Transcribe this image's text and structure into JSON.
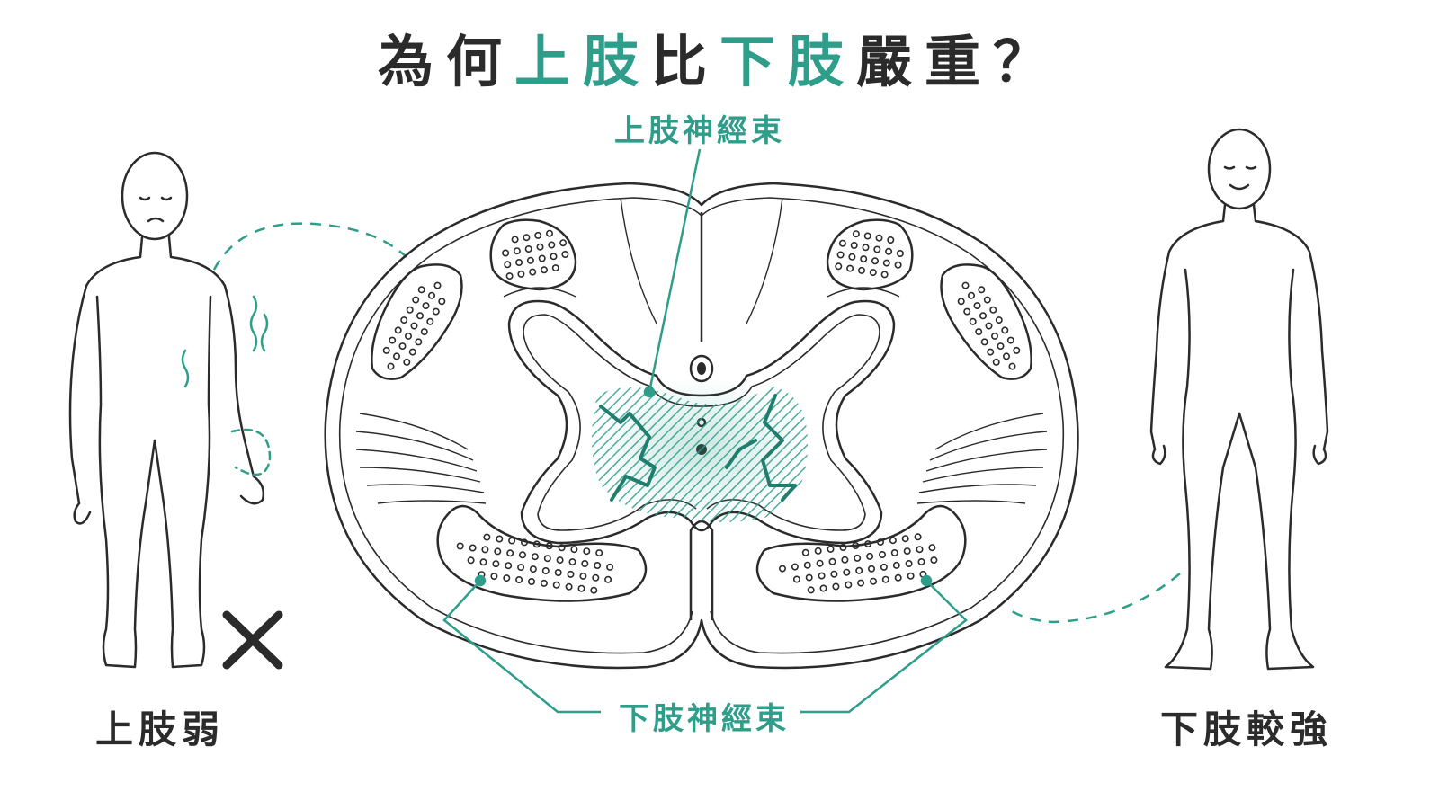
{
  "title": {
    "parts": [
      {
        "text": "為何",
        "highlight": false
      },
      {
        "text": "上肢",
        "highlight": true
      },
      {
        "text": "比",
        "highlight": false
      },
      {
        "text": "下肢",
        "highlight": true
      },
      {
        "text": "嚴重？",
        "highlight": false
      }
    ]
  },
  "labels": {
    "upper_tract": "上肢神經束",
    "lower_tract": "下肢神經束",
    "left_caption": "上肢弱",
    "right_caption": "下肢較強"
  },
  "icons": {
    "weak_mark": "cross-icon"
  },
  "colors": {
    "accent": "#2e9d8a",
    "ink": "#2b2b2b"
  }
}
